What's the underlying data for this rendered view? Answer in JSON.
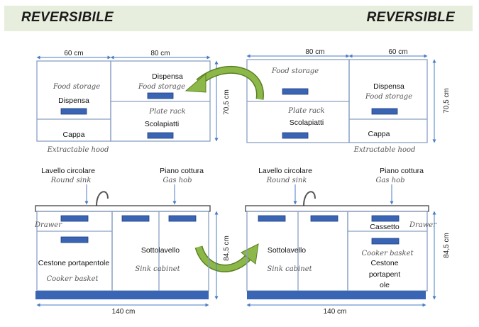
{
  "headers": {
    "left": "REVERSIBILE",
    "right": "REVERSIBLE"
  },
  "colors": {
    "outline": "#8aa0c4",
    "handle": "#3a64b4",
    "handle_border": "#1f3f80",
    "plinth": "#3a64b4",
    "arrow": "#7fa83a",
    "dim": "#4a7cc4",
    "header_bg": "#e8eedd"
  },
  "dims": {
    "w60": "60 cm",
    "w80": "80 cm",
    "h_wall": "70,5 cm",
    "h_base": "84,5 cm",
    "w140": "140 cm"
  },
  "left": {
    "dispensa_en": "Food storage",
    "dispensa_it": "Dispensa",
    "dispensa2_it": "Dispensa",
    "dispensa2_en": "Food storage",
    "plate_en": "Plate rack",
    "scolapiatti_it": "Scolapiatti",
    "cappa_it": "Cappa",
    "hood_en": "Extractable hood",
    "sink_it": "Lavello circolare",
    "sink_en": "Round sink",
    "hob_it": "Piano cottura",
    "hob_en": "Gas hob",
    "drawer_en": "Drawer",
    "sottolavello_it": "Sottolavello",
    "sink_cab_en": "Sink cabinet",
    "cestone_it": "Cestone portapentole",
    "cooker_en": "Cooker basket"
  },
  "right": {
    "food_en": "Food storage",
    "plate_en": "Plate rack",
    "scolapiatti_it": "Scolapiatti",
    "dispensa_it": "Dispensa",
    "dispensa_en": "Food storage",
    "cappa_it": "Cappa",
    "hood_en": "Extractable hood",
    "sink_it": "Lavello circolare",
    "sink_en": "Round sink",
    "hob_it": "Piano cottura",
    "hob_en": "Gas hob",
    "cassetto_it": "Cassetto",
    "drawer_en": "Drawer",
    "sottolavello_it": "Sottolavello",
    "sink_cab_en": "Sink cabinet",
    "cooker_en": "Cooker basket",
    "cestone_l1": "Cestone",
    "cestone_l2": "portapent",
    "cestone_l3": "ole"
  }
}
